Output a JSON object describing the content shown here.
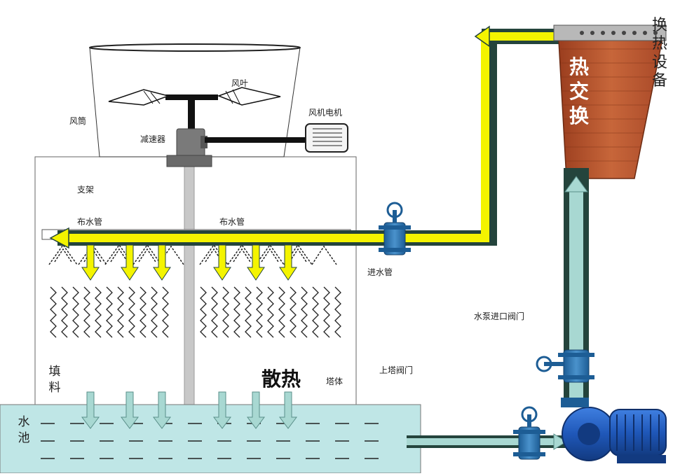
{
  "labels": {
    "fan_blade": "风叶",
    "air_duct": "风筒",
    "reducer": "减速器",
    "fan_motor": "风机电机",
    "support": "支架",
    "distribution_pipe_left": "布水管",
    "distribution_pipe_right": "布水管",
    "inlet_pipe": "进水管",
    "pump_inlet_valve": "水泵进口阀门",
    "tower_valve": "上塔阀门",
    "tower_body": "塔体",
    "fill": "填料",
    "heat_dissipation": "散热",
    "water_basin": "水池",
    "heat_exchange": "热交换",
    "heat_exchanger_equipment": "换热设备"
  },
  "colors": {
    "hot_flow": "#f4f400",
    "cold_flow": "#a8d8d2",
    "pipe_dark": "#24443c",
    "basin": "#bfe6e6",
    "exchanger": "#b5512a",
    "valve_blue": "#2b6ea8",
    "pump_blue": "#1f57b8"
  }
}
